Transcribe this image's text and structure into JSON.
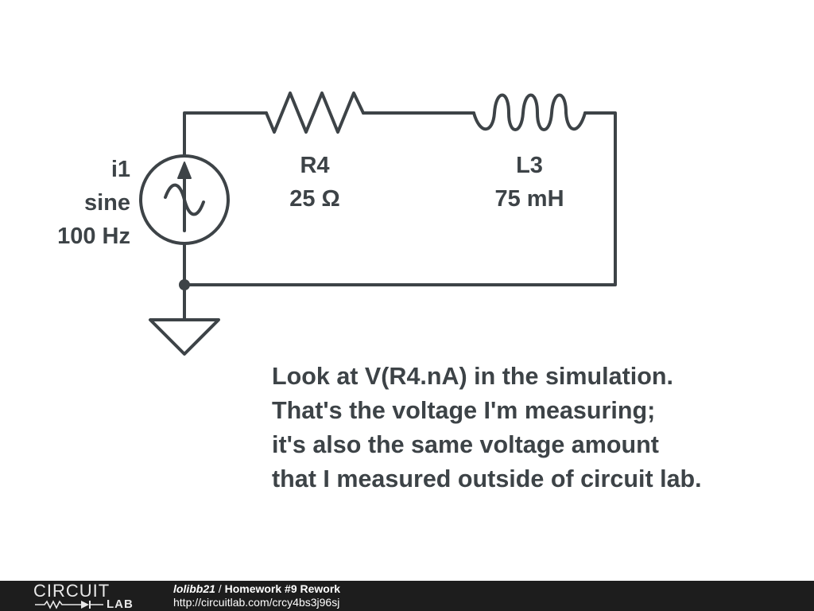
{
  "schematic": {
    "source": {
      "name": "i1",
      "type": "sine",
      "frequency": "100 Hz"
    },
    "resistor": {
      "name": "R4",
      "value": "25 Ω"
    },
    "inductor": {
      "name": "L3",
      "value": "75 mH"
    },
    "note_lines": [
      "Look at V(R4.nA) in the simulation.",
      "That's the voltage I'm measuring;",
      "it's also the same voltage amount",
      "that I measured outside of circuit lab."
    ]
  },
  "footer": {
    "logo_top": "CIRCUIT",
    "logo_bottom": "LAB",
    "author": "lolibb21",
    "separator": "/",
    "title": "Homework #9 Rework",
    "url": "http://circuitlab.com/crcy4bs3j96sj"
  },
  "colors": {
    "ink": "#3d4347",
    "footer_bg": "#1d1d1d"
  }
}
